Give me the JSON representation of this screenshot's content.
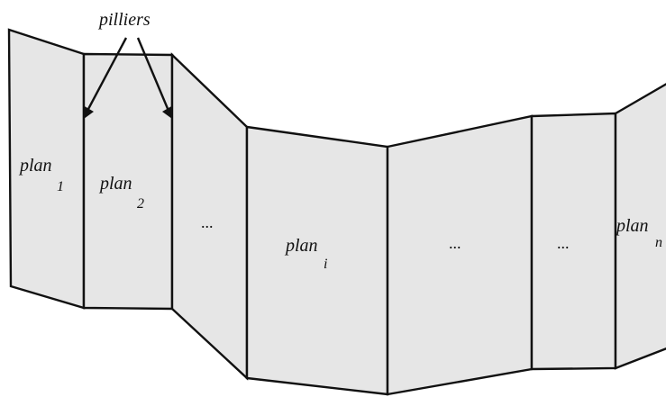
{
  "diagram": {
    "callout": "pilliers",
    "plans": [
      {
        "base": "plan",
        "sub": "1"
      },
      {
        "base": "plan",
        "sub": "2"
      },
      {
        "base": "...",
        "sub": ""
      },
      {
        "base": "plan",
        "sub": "i"
      },
      {
        "base": "...",
        "sub": ""
      },
      {
        "base": "...",
        "sub": ""
      },
      {
        "base": "plan",
        "sub": "n"
      }
    ]
  }
}
